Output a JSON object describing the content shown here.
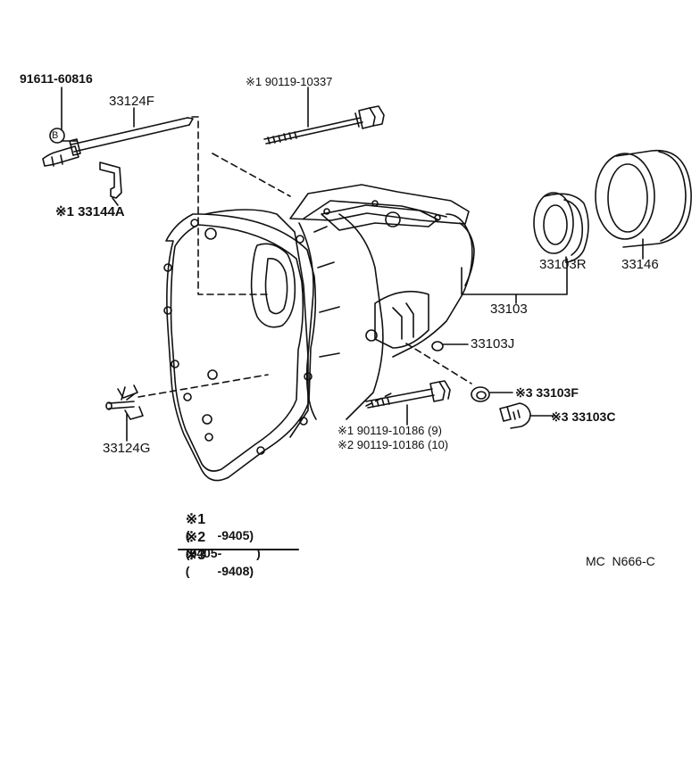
{
  "parts": {
    "p91611": "91611-60816",
    "p33124F": "33124F",
    "p90119_10337": "※1 90119-10337",
    "p33144A": "※1 33144A",
    "p33103R": "33103R",
    "p33146": "33146",
    "p33103": "33103",
    "p33103J": "33103J",
    "p33103F": "※3 33103F",
    "p33103C": "※3 33103C",
    "p33124G": "33124G",
    "p90119_10186_9": "※1 90119-10186 (9)",
    "p90119_10186_10": "※2 90119-10186 (10)",
    "b_mark": "B"
  },
  "legend": [
    {
      "mark": "※1",
      "range": "(        -9405)"
    },
    {
      "mark": "※2",
      "range": "(9405-          )"
    },
    {
      "mark": "※3",
      "range": "(        -9408)"
    }
  ],
  "diagram_code": "MC  N666-C"
}
